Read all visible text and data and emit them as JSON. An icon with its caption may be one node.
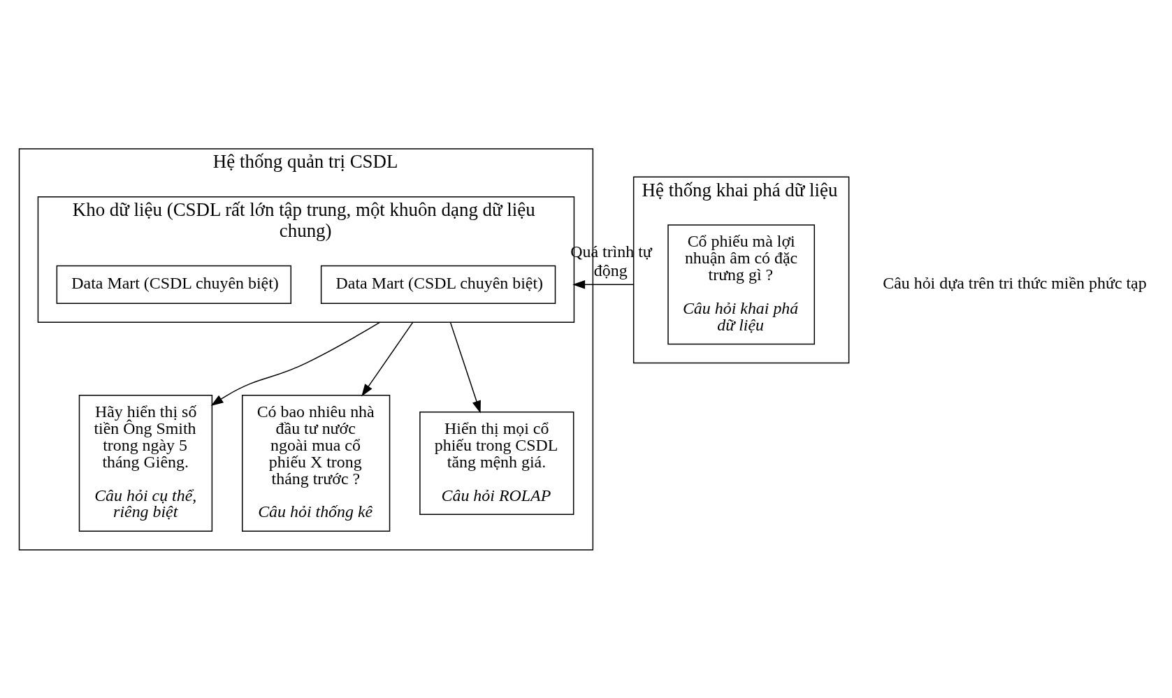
{
  "diagram": {
    "nodes": [
      {
        "text": [
          "Hệ thống quản trị CSDL"
        ]
      },
      {
        "text": [
          "Kho dữ liệu (CSDL rất lớn tập trung, một khuôn dạng dữ liệu chung)"
        ],
        "in": 0
      },
      {
        "text": [
          "Data Mart (CSDL chuyên biệt)"
        ],
        "in": 1
      },
      {
        "text": [
          "Data Mart (CSDL chuyên biệt)"
        ],
        "in": 1
      },
      {
        "text": [
          "Hãy hiển thị số tiền Ông Smith trong ngày 5 tháng Giêng.",
          "Câu hỏi cụ thể, riêng biệt"
        ],
        "in": 0
      },
      {
        "text": [
          "Có bao nhiêu nhà đầu tư nước ngoài mua cổ phiếu X trong tháng trước ?",
          "Câu hỏi thống kê"
        ],
        "in": 0
      },
      {
        "text": [
          "Hiển thị mọi cổ phiếu trong CSDL tăng mệnh giá.",
          "Câu hỏi ROLAP"
        ],
        "in": 0
      },
      {
        "text": [
          "Hệ thống khai phá dữ liệu"
        ]
      },
      {
        "text": [
          "Cổ phiếu mà lợi nhuận âm có đặc trưng gì ?",
          "Câu hỏi khai phá dữ liệu"
        ],
        "in": 7
      }
    ],
    "edges": [
      {
        "from": 1,
        "to": 4,
        "arrow": "to"
      },
      {
        "from": 1,
        "to": 5,
        "arrow": "to"
      },
      {
        "from": 1,
        "to": 6,
        "arrow": "to"
      },
      {
        "from": 7,
        "to": 1,
        "arrow": "to",
        "label": "Quá trình tự động"
      }
    ],
    "labels": [
      "Câu hỏi dựa trên tri thức miền phức tạp"
    ]
  }
}
